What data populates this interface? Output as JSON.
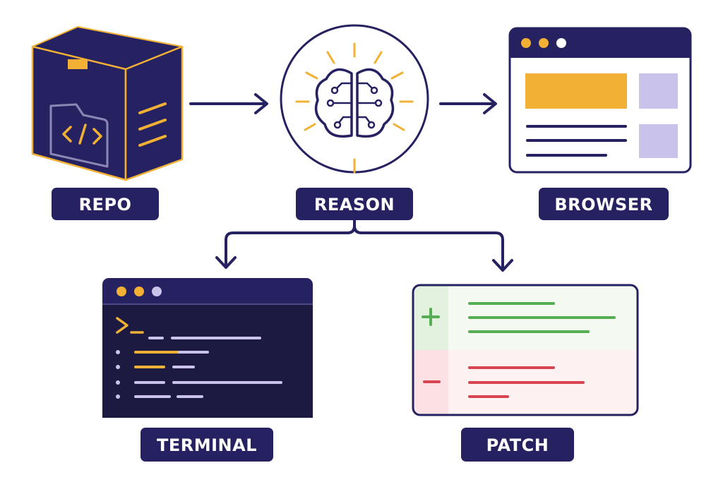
{
  "labels": {
    "repo": "REPO",
    "reason": "REASON",
    "browser": "BROWSER",
    "terminal": "TERMINAL",
    "patch": "PATCH"
  },
  "icons": {
    "repo": "archive-box-code-icon",
    "reason": "brain-circuit-icon",
    "browser": "browser-window-icon",
    "terminal": "terminal-window-icon",
    "patch": "diff-patch-icon"
  },
  "colors": {
    "navy": "#262262",
    "orange": "#F2B134",
    "lavender": "#C9C3EB",
    "green": "#57AD53",
    "red": "#D64550",
    "green_bg": "#E3F2DF",
    "red_bg": "#FBE1E3",
    "white": "#FFFFFF"
  }
}
